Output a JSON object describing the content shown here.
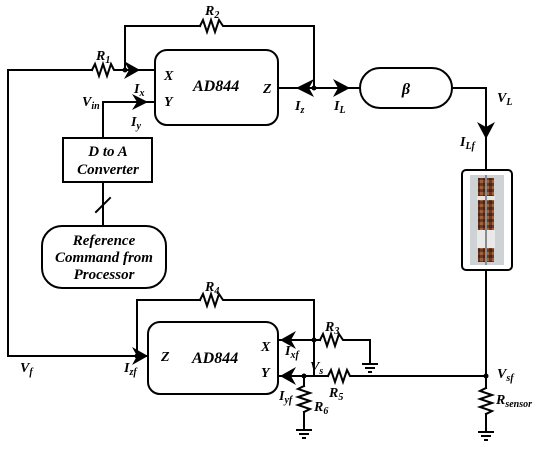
{
  "blocks": {
    "opamp_top": "AD844",
    "opamp_bottom": "AD844",
    "dac_line1": "D to A",
    "dac_line2": "Converter",
    "ref_line1": "Reference",
    "ref_line2": "Command from",
    "ref_line3": "Processor",
    "beta": "β"
  },
  "pins": {
    "top_x": "X",
    "top_y": "Y",
    "top_z": "Z",
    "bottom_x": "X",
    "bottom_y": "Y",
    "bottom_z": "Z"
  },
  "resistors": {
    "r1": "R",
    "r1_sub": "1",
    "r2": "R",
    "r2_sub": "2",
    "r3": "R",
    "r3_sub": "3",
    "r4": "R",
    "r4_sub": "4",
    "r5": "R",
    "r5_sub": "5",
    "r6": "R",
    "r6_sub": "6",
    "rsensor": "R",
    "rsensor_sub": "sensor"
  },
  "signals": {
    "ix": "I",
    "ix_sub": "x",
    "iy": "I",
    "iy_sub": "y",
    "iz": "I",
    "iz_sub": "z",
    "il": "I",
    "il_sub": "L",
    "ilf": "I",
    "ilf_sub": "Lf",
    "vin": "V",
    "vin_sub": "in",
    "vl": "V",
    "vl_sub": "L",
    "vf": "V",
    "vf_sub": "f",
    "izf": "I",
    "izf_sub": "zf",
    "ixf": "I",
    "ixf_sub": "xf",
    "iyf": "I",
    "iyf_sub": "yf",
    "vs": "V",
    "vs_sub": "s",
    "vsf": "V",
    "vsf_sub": "sf"
  }
}
